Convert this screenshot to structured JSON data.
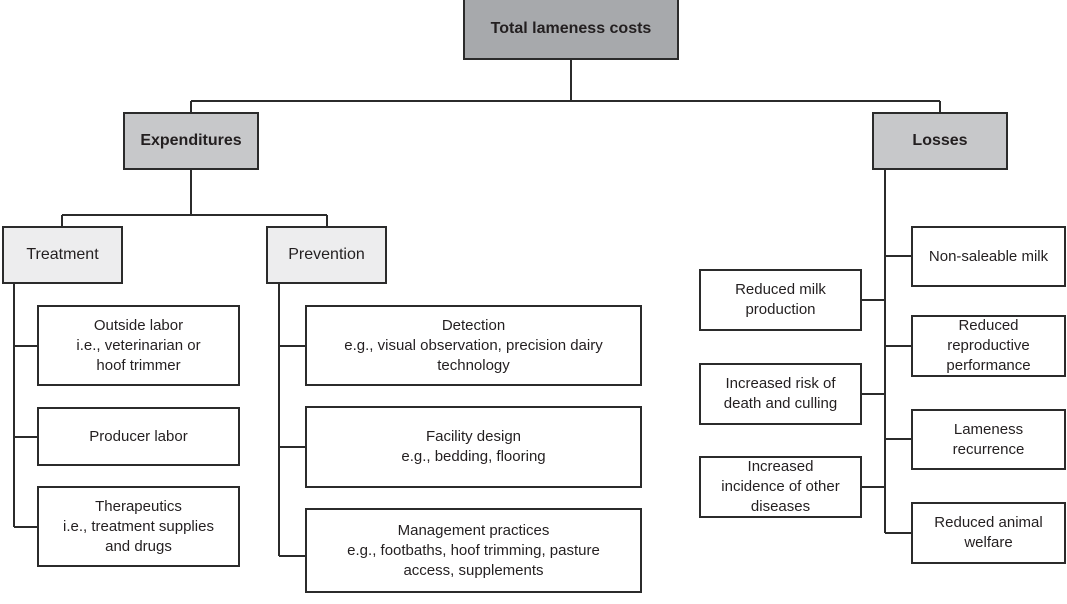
{
  "root": {
    "label": "Total lameness costs"
  },
  "expenditures": {
    "label": "Expenditures",
    "treatment": {
      "label": "Treatment",
      "items": [
        "Outside labor\ni.e., veterinarian or\nhoof trimmer",
        "Producer labor",
        "Therapeutics\ni.e., treatment supplies\nand drugs"
      ]
    },
    "prevention": {
      "label": "Prevention",
      "items": [
        "Detection\ne.g., visual observation, precision dairy\ntechnology",
        "Facility design\ne.g., bedding, flooring",
        "Management practices\ne.g., footbaths, hoof trimming, pasture\naccess, supplements"
      ]
    }
  },
  "losses": {
    "label": "Losses",
    "left_items": [
      "Reduced milk\nproduction",
      "Increased risk of\ndeath and culling",
      "Increased\nincidence of other\ndiseases"
    ],
    "right_items": [
      "Non-saleable milk",
      "Reduced\nreproductive\nperformance",
      "Lameness\nrecurrence",
      "Reduced animal\nwelfare"
    ]
  },
  "colors": {
    "root_fill": "#a7a9ac",
    "level1_fill": "#c7c8ca",
    "level2_fill": "#ededee",
    "leaf_fill": "#ffffff",
    "line": "#2b2b2b"
  }
}
